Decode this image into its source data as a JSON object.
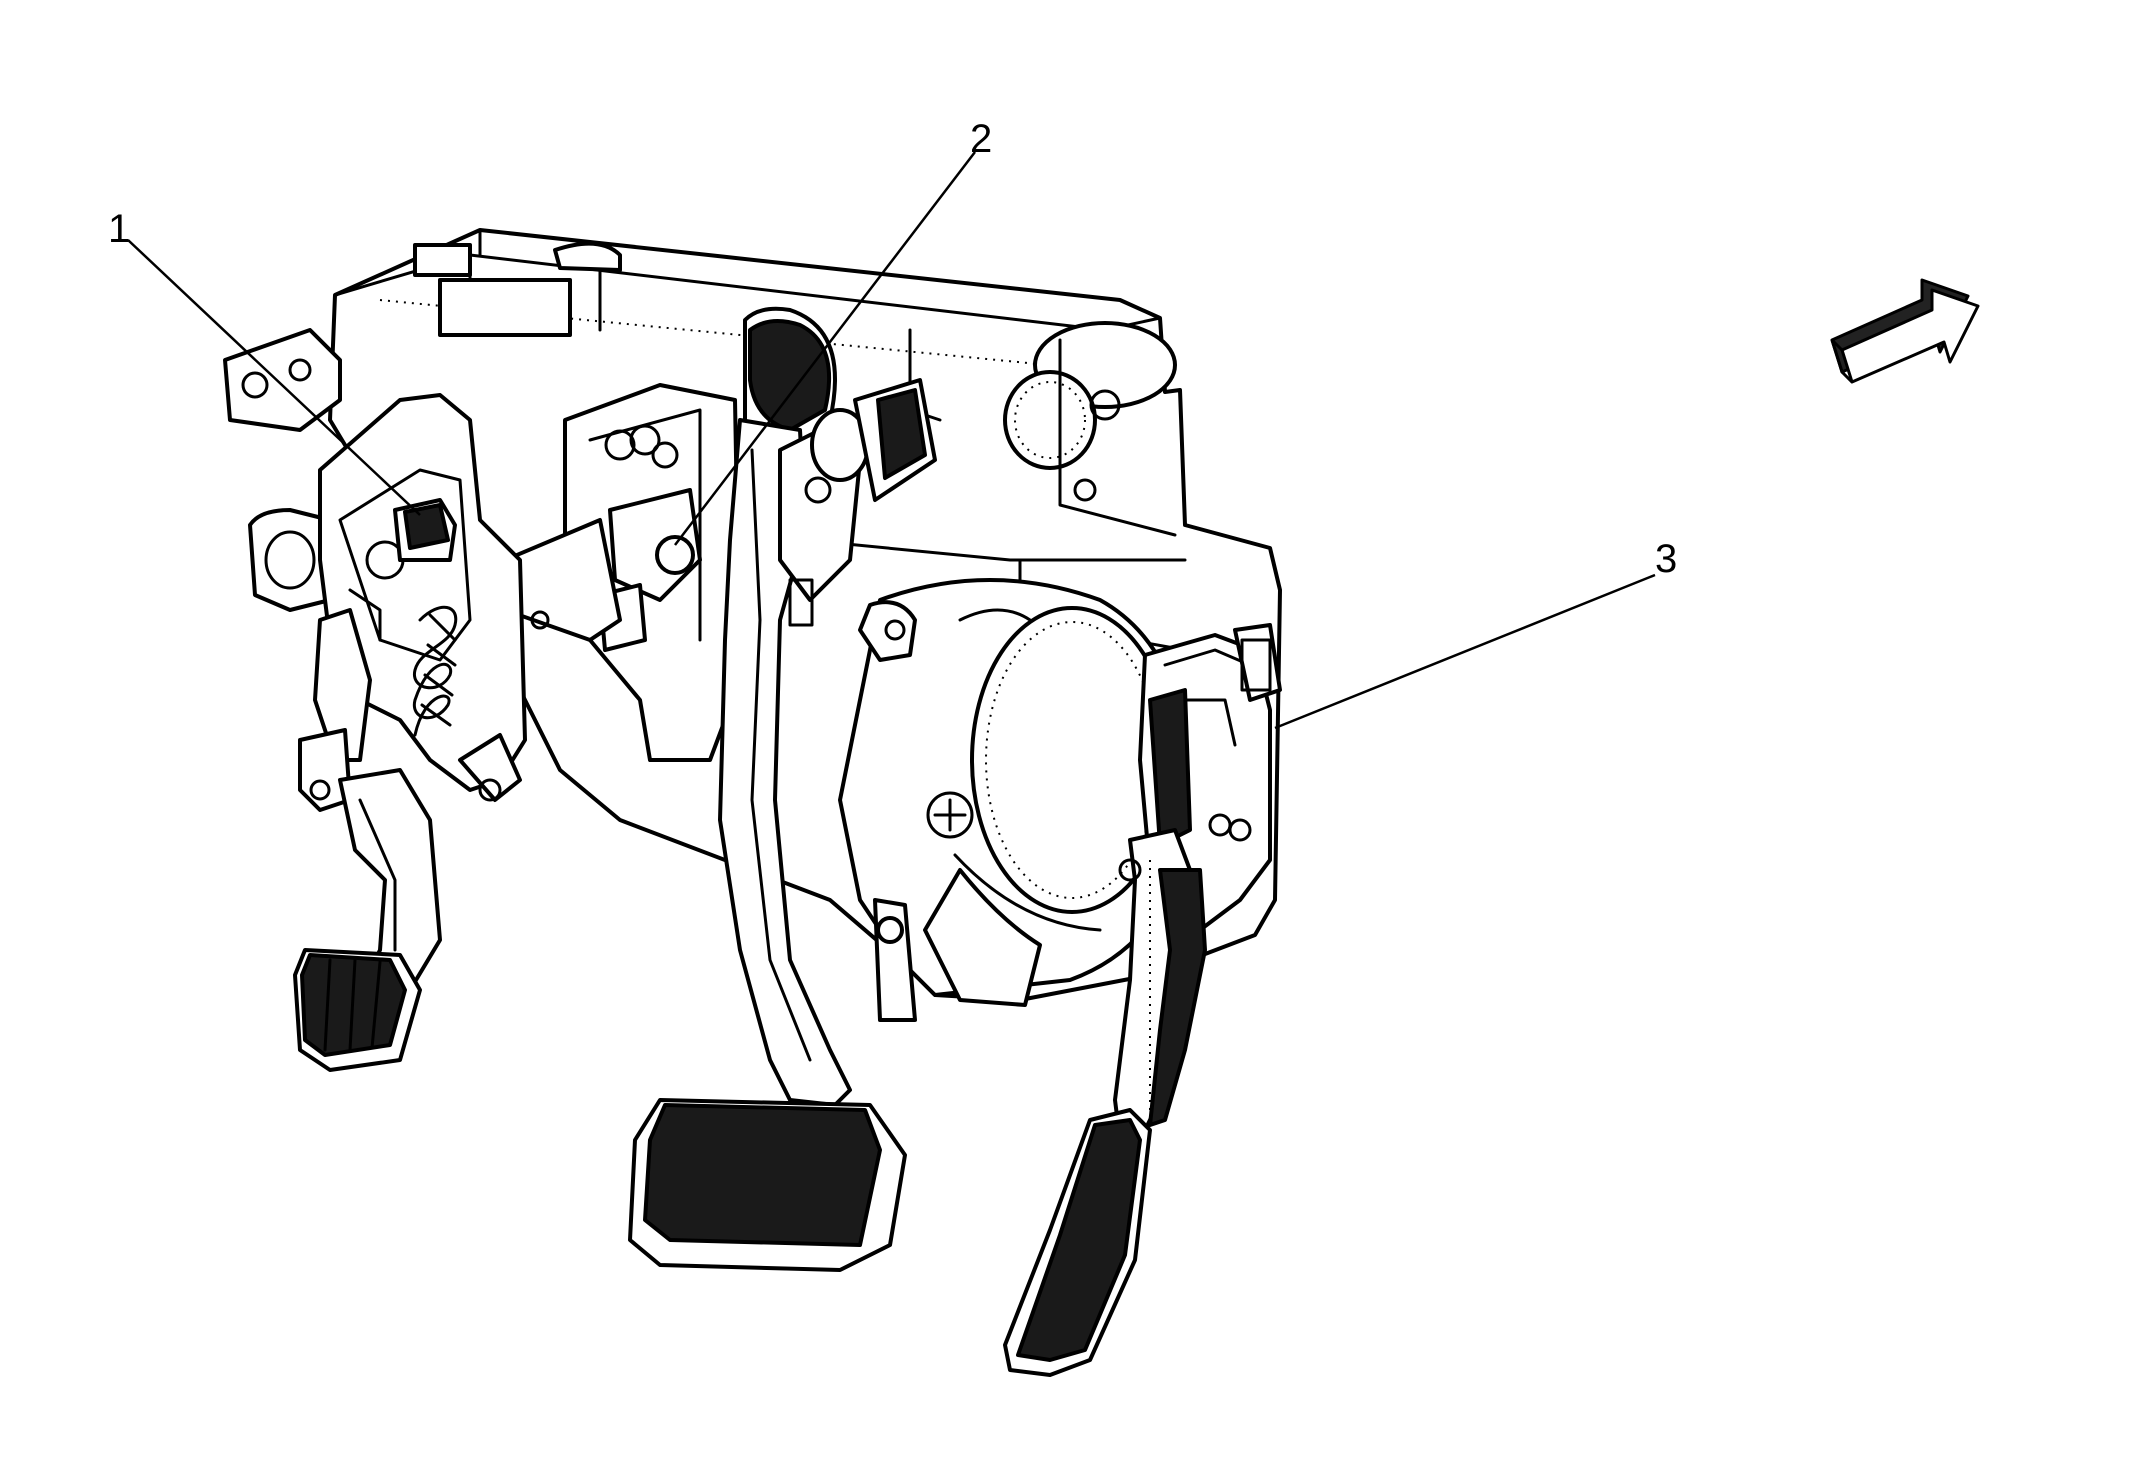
{
  "figure": {
    "callouts": [
      {
        "id": "callout-1",
        "label": "1"
      },
      {
        "id": "callout-2",
        "label": "2"
      },
      {
        "id": "callout-3",
        "label": "3"
      }
    ],
    "icons": [
      "pedal-assembly-drawing",
      "direction-arrow-icon"
    ]
  }
}
